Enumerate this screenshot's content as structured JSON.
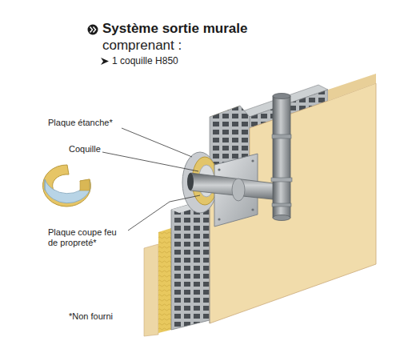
{
  "diagram": {
    "title": "Système sortie murale",
    "labels": [
      "comprenant :",
      "1 coquille H850",
      "Plaque étanche*",
      "Coquille",
      "Plaque coupe feu de propreté*",
      "*Non fourni"
    ]
  }
}
